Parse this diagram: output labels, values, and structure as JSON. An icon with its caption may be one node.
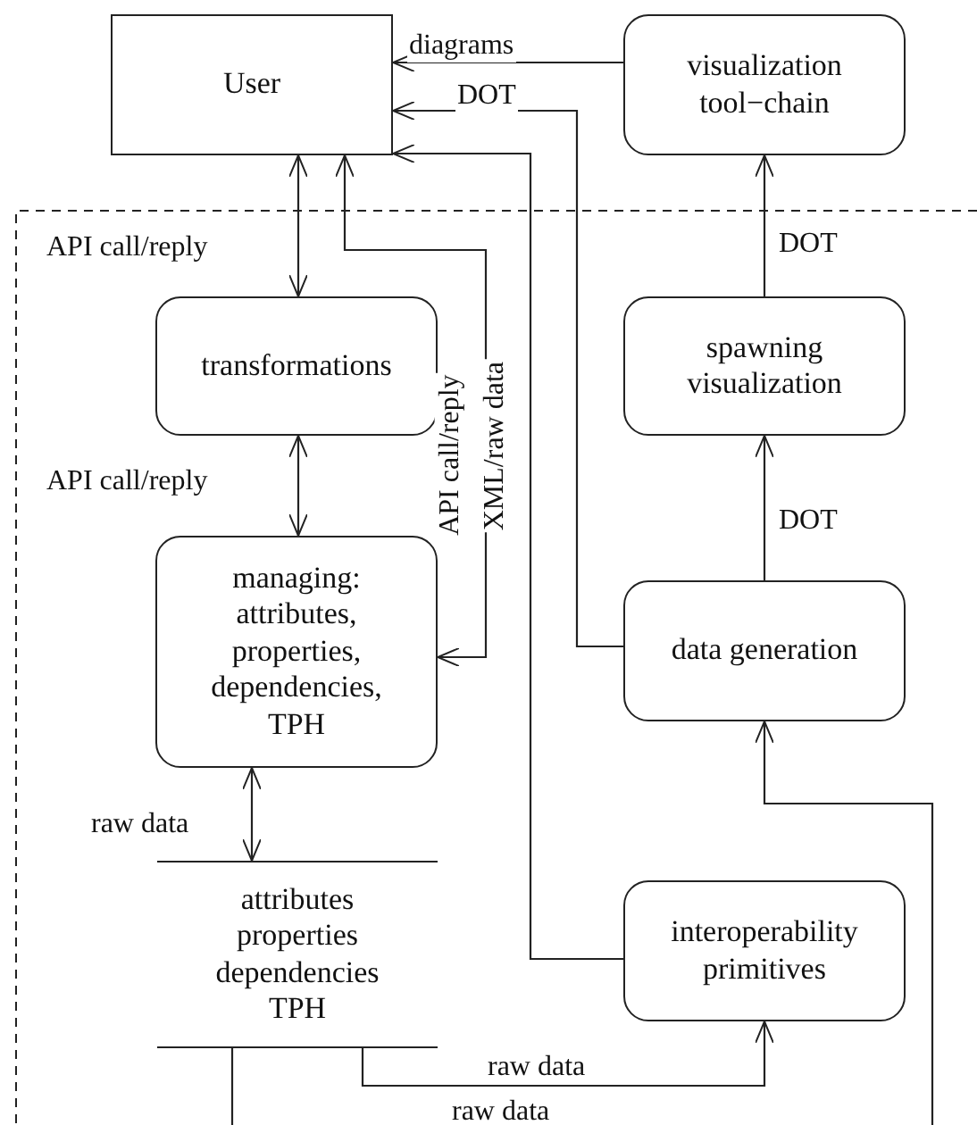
{
  "diagram": {
    "nodes": [
      {
        "text": [
          "User"
        ]
      },
      {
        "text": [
          "visualization tool−chain"
        ]
      },
      {
        "text": [
          "transformations"
        ]
      },
      {
        "text": [
          "managing: attributes, properties, dependencies, TPH"
        ]
      },
      {
        "text": [
          "spawning visualization"
        ]
      },
      {
        "text": [
          "data generation"
        ]
      },
      {
        "text": [
          "attributes properties dependencies TPH"
        ]
      },
      {
        "text": [
          "interoperability primitives"
        ]
      }
    ],
    "edges": [
      {
        "from": 1,
        "to": 0,
        "arrow": "to",
        "label": "diagrams"
      },
      {
        "from": 5,
        "to": 0,
        "arrow": "to",
        "label": "DOT"
      },
      {
        "from": 7,
        "to": 0,
        "arrow": "to",
        "label": "XML/raw data"
      },
      {
        "from": 0,
        "to": 2,
        "arrow": "both",
        "label": "API call/reply"
      },
      {
        "from": 0,
        "to": 3,
        "arrow": "both",
        "label": "API call/reply"
      },
      {
        "from": 2,
        "to": 3,
        "arrow": "both",
        "label": "API call/reply"
      },
      {
        "from": 3,
        "to": 6,
        "arrow": "both",
        "label": "raw data"
      },
      {
        "from": 4,
        "to": 1,
        "arrow": "to",
        "label": "DOT"
      },
      {
        "from": 5,
        "to": 4,
        "arrow": "to",
        "label": "DOT"
      },
      {
        "from": 6,
        "to": 7,
        "arrow": "to",
        "label": "raw data"
      },
      {
        "from": 6,
        "to": 5,
        "arrow": "to",
        "label": "raw data"
      }
    ]
  }
}
